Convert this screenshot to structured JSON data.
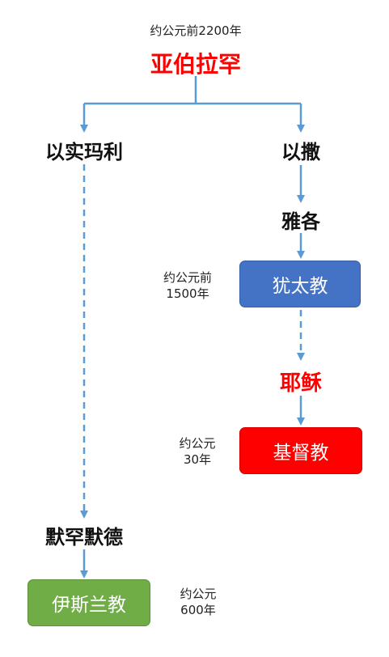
{
  "diagram": {
    "root": {
      "date": "约公元前2200年",
      "name": "亚伯拉罕"
    },
    "left": {
      "branch": "以实玛利",
      "descendant": "默罕默德",
      "religion": "伊斯兰教",
      "date_line1": "约公元",
      "date_line2": "600年"
    },
    "right": {
      "branch": "以撒",
      "descendant": "雅各",
      "judaism": "犹太教",
      "judaism_date_line1": "约公元前",
      "judaism_date_line2": "1500年",
      "jesus": "耶稣",
      "christianity": "基督教",
      "christianity_date_line1": "约公元",
      "christianity_date_line2": "30年"
    },
    "colors": {
      "arrow": "#5b9bd5",
      "judaism_box": "#4472c4",
      "christianity_box": "#ff0000",
      "islam_box": "#70ad47",
      "highlight_text": "#ff0000"
    }
  }
}
